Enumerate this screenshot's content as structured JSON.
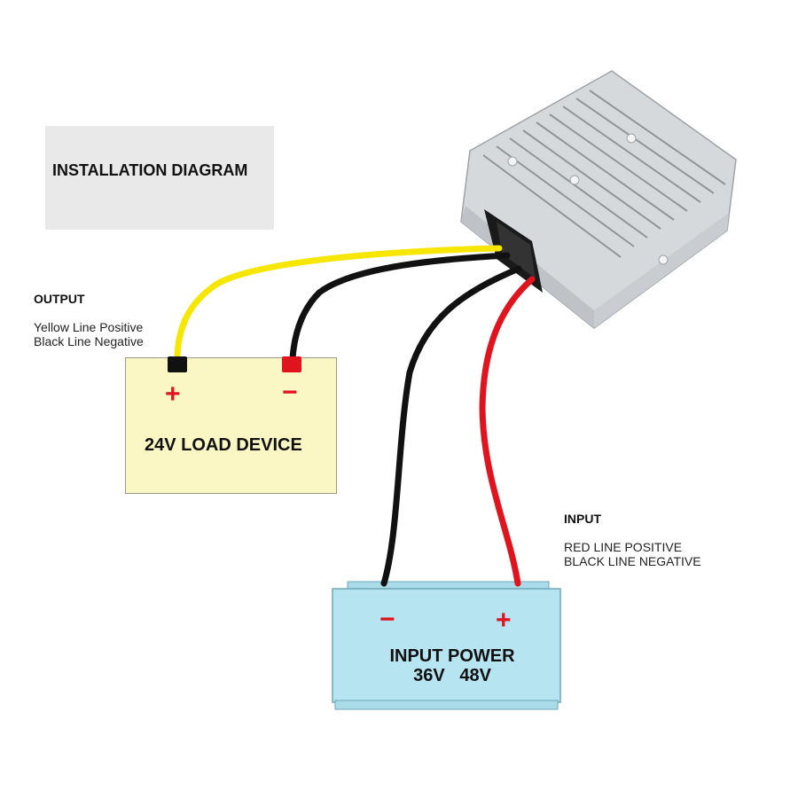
{
  "title": "INSTALLATION DIAGRAM",
  "output": {
    "heading": "OUTPUT",
    "line1": "Yellow Line Positive",
    "line2": "Black Line Negative"
  },
  "input": {
    "heading": "INPUT",
    "line1": "RED LINE POSITIVE",
    "line2": "BLACK LINE NEGATIVE"
  },
  "load_device": {
    "label": "24V LOAD DEVICE",
    "plus": "+",
    "minus": "−"
  },
  "input_power": {
    "label_line1": "INPUT POWER",
    "label_line2": "36V   48V",
    "plus": "+",
    "minus": "−"
  },
  "colors": {
    "yellow_wire": "#f7e600",
    "black_wire": "#111111",
    "red_wire": "#e0141e",
    "load_box": "#fbf7c4",
    "power_box": "#b6e4f1",
    "title_box": "#e9e9e9"
  }
}
